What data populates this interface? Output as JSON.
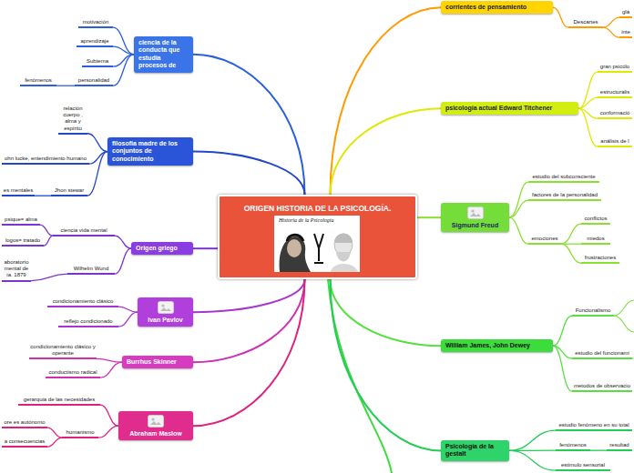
{
  "diagram": {
    "nodes": [
      {
        "text": [
          "ORIGEN HISTORIA DE LA PSICOLOGÍA."
        ]
      },
      {
        "text": [
          "ciencia de la conducta que estudia procesos de"
        ]
      },
      {
        "text": [
          "motivación"
        ]
      },
      {
        "text": [
          "aprendizaje"
        ]
      },
      {
        "text": [
          "Subtema"
        ]
      },
      {
        "text": [
          "personalidad"
        ]
      },
      {
        "text": [
          "fenómenos"
        ]
      },
      {
        "text": [
          "filosofía madre de los conjuntos de conocimiento"
        ]
      },
      {
        "text": [
          "relación cuerpo , alma y espíritu"
        ]
      },
      {
        "text": [
          "ohn lucke, entendimiento humano"
        ]
      },
      {
        "text": [
          "Jhon stewar"
        ]
      },
      {
        "text": [
          "es mentales"
        ]
      },
      {
        "text": [
          "Origen griego"
        ]
      },
      {
        "text": [
          "ciencia vida mental"
        ]
      },
      {
        "text": [
          "psique= alma"
        ]
      },
      {
        "text": [
          "logos= tratado"
        ]
      },
      {
        "text": [
          "Wilhelm Wund"
        ]
      },
      {
        "text": [
          "aboratorio mental de ia. 1879"
        ]
      },
      {
        "text": [
          "Ivan Pavlov"
        ]
      },
      {
        "text": [
          "condicionamiento clásico"
        ]
      },
      {
        "text": [
          "reflejo condicionado"
        ]
      },
      {
        "text": [
          "Burrhus Skinner"
        ]
      },
      {
        "text": [
          "condicionamiento clásico y operante"
        ]
      },
      {
        "text": [
          "conductismo radical"
        ]
      },
      {
        "text": [
          "Abraham Maslow"
        ]
      },
      {
        "text": [
          "gerarquia de las necesidades"
        ]
      },
      {
        "text": [
          "humanismo"
        ]
      },
      {
        "text": [
          "ore es autónomo"
        ]
      },
      {
        "text": [
          "a consecuencias"
        ]
      },
      {
        "text": [
          "corrientes de pensamiento"
        ]
      },
      {
        "text": [
          "Descartes"
        ]
      },
      {
        "text": [
          "glá"
        ]
      },
      {
        "text": [
          "inte"
        ]
      },
      {
        "text": [
          "psicología actual Edward Titchener"
        ]
      },
      {
        "text": [
          "gran psicólo"
        ]
      },
      {
        "text": [
          "estructuralis"
        ]
      },
      {
        "text": [
          "conformació"
        ]
      },
      {
        "text": [
          "análisis de l"
        ]
      },
      {
        "text": [
          "Sigmund Freud"
        ]
      },
      {
        "text": [
          "estudio del subconsciente"
        ]
      },
      {
        "text": [
          "factores de la personalidad"
        ]
      },
      {
        "text": [
          "emociones"
        ]
      },
      {
        "text": [
          "conflictos"
        ]
      },
      {
        "text": [
          "miedos"
        ]
      },
      {
        "text": [
          "frustraciones"
        ]
      },
      {
        "text": [
          "William James, John Dewey"
        ]
      },
      {
        "text": [
          "Funcionalismo"
        ]
      },
      {
        "text": [
          "estudio del funcionami"
        ]
      },
      {
        "text": [
          "metodos de observacio"
        ]
      },
      {
        "text": [
          "Psicología de la gestalt"
        ]
      },
      {
        "text": [
          "estudio fenómeno en su total"
        ]
      },
      {
        "text": [
          "fenómenos"
        ]
      },
      {
        "text": [
          "resultad"
        ]
      },
      {
        "text": [
          "estimulo sensorial"
        ]
      }
    ],
    "edges": [
      {
        "from": 0,
        "to": 1,
        "arrow": "none"
      },
      {
        "from": 0,
        "to": 7,
        "arrow": "none"
      },
      {
        "from": 0,
        "to": 12,
        "arrow": "none"
      },
      {
        "from": 0,
        "to": 18,
        "arrow": "none"
      },
      {
        "from": 0,
        "to": 21,
        "arrow": "none"
      },
      {
        "from": 0,
        "to": 24,
        "arrow": "none"
      },
      {
        "from": 0,
        "to": 29,
        "arrow": "none"
      },
      {
        "from": 0,
        "to": 33,
        "arrow": "none"
      },
      {
        "from": 0,
        "to": 38,
        "arrow": "none"
      },
      {
        "from": 0,
        "to": 45,
        "arrow": "none"
      },
      {
        "from": 0,
        "to": 49,
        "arrow": "none"
      },
      {
        "from": 1,
        "to": 2,
        "arrow": "none"
      },
      {
        "from": 1,
        "to": 3,
        "arrow": "none"
      },
      {
        "from": 1,
        "to": 4,
        "arrow": "none"
      },
      {
        "from": 1,
        "to": 5,
        "arrow": "none"
      },
      {
        "from": 5,
        "to": 6,
        "arrow": "none"
      },
      {
        "from": 7,
        "to": 8,
        "arrow": "none"
      },
      {
        "from": 7,
        "to": 9,
        "arrow": "none"
      },
      {
        "from": 7,
        "to": 10,
        "arrow": "none"
      },
      {
        "from": 10,
        "to": 11,
        "arrow": "none"
      },
      {
        "from": 12,
        "to": 13,
        "arrow": "none"
      },
      {
        "from": 12,
        "to": 16,
        "arrow": "none"
      },
      {
        "from": 13,
        "to": 14,
        "arrow": "none"
      },
      {
        "from": 13,
        "to": 15,
        "arrow": "none"
      },
      {
        "from": 16,
        "to": 17,
        "arrow": "none"
      },
      {
        "from": 18,
        "to": 19,
        "arrow": "none"
      },
      {
        "from": 18,
        "to": 20,
        "arrow": "none"
      },
      {
        "from": 21,
        "to": 22,
        "arrow": "none"
      },
      {
        "from": 21,
        "to": 23,
        "arrow": "none"
      },
      {
        "from": 24,
        "to": 25,
        "arrow": "none"
      },
      {
        "from": 24,
        "to": 26,
        "arrow": "none"
      },
      {
        "from": 26,
        "to": 27,
        "arrow": "none"
      },
      {
        "from": 26,
        "to": 28,
        "arrow": "none"
      },
      {
        "from": 29,
        "to": 30,
        "arrow": "none"
      },
      {
        "from": 30,
        "to": 31,
        "arrow": "none"
      },
      {
        "from": 30,
        "to": 32,
        "arrow": "none"
      },
      {
        "from": 33,
        "to": 34,
        "arrow": "none"
      },
      {
        "from": 33,
        "to": 35,
        "arrow": "none"
      },
      {
        "from": 33,
        "to": 36,
        "arrow": "none"
      },
      {
        "from": 33,
        "to": 37,
        "arrow": "none"
      },
      {
        "from": 38,
        "to": 39,
        "arrow": "none"
      },
      {
        "from": 38,
        "to": 40,
        "arrow": "none"
      },
      {
        "from": 38,
        "to": 41,
        "arrow": "none"
      },
      {
        "from": 41,
        "to": 42,
        "arrow": "none"
      },
      {
        "from": 41,
        "to": 43,
        "arrow": "none"
      },
      {
        "from": 41,
        "to": 44,
        "arrow": "none"
      },
      {
        "from": 45,
        "to": 46,
        "arrow": "none"
      },
      {
        "from": 45,
        "to": 47,
        "arrow": "none"
      },
      {
        "from": 45,
        "to": 48,
        "arrow": "none"
      },
      {
        "from": 49,
        "to": 50,
        "arrow": "none"
      },
      {
        "from": 49,
        "to": 51,
        "arrow": "none"
      },
      {
        "from": 49,
        "to": 53,
        "arrow": "none"
      },
      {
        "from": 51,
        "to": 52,
        "arrow": "none"
      }
    ],
    "labels": [
      "Historia de la Psicología"
    ]
  }
}
